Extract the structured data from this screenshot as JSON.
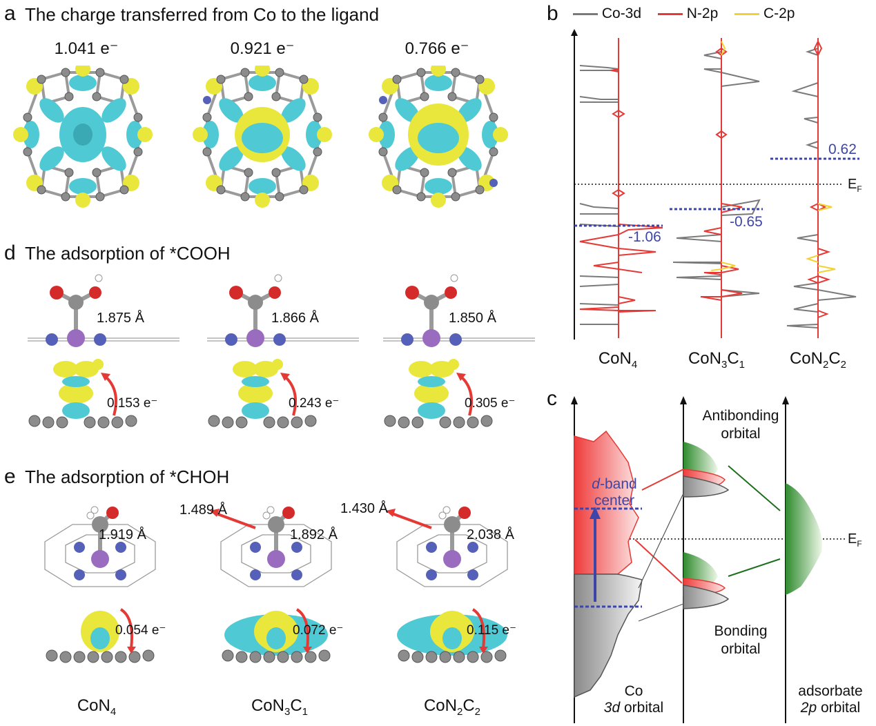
{
  "panel_a": {
    "letter": "a",
    "title": "The charge transferred from Co to the ligand",
    "values": [
      "1.041 e⁻",
      "0.921 e⁻",
      "0.766 e⁻"
    ]
  },
  "panel_b": {
    "letter": "b",
    "legend": [
      {
        "name": "Co-3d",
        "color": "#7a7a7a"
      },
      {
        "name": "N-2p",
        "color": "#e53935"
      },
      {
        "name": "C-2p",
        "color": "#f2d233"
      }
    ],
    "ef_label": "E",
    "ef_sub": "F",
    "centers": [
      "-1.06",
      "-0.65",
      "0.62"
    ],
    "center_color": "#3d46a8"
  },
  "panel_c": {
    "letter": "c",
    "antibonding": [
      "Antibonding",
      "orbital"
    ],
    "bonding": [
      "Bonding",
      "orbital"
    ],
    "dband": [
      "d",
      "-band",
      "center"
    ],
    "co": [
      "Co",
      "3d",
      " orbital"
    ],
    "adsorbate": [
      "adsorbate",
      "2p",
      " orbital"
    ],
    "ef_label": "E",
    "ef_sub": "F"
  },
  "panel_d": {
    "letter": "d",
    "title": "The adsorption of *COOH",
    "distances": [
      "1.875 Å",
      "1.866 Å",
      "1.850 Å"
    ],
    "charges": [
      "0.153 e⁻",
      "0.243 e⁻",
      "0.305 e⁻"
    ]
  },
  "panel_e": {
    "letter": "e",
    "title": "The adsorption of *CHOH",
    "distances": [
      "1.919 Å",
      "1.892 Å",
      "2.038 Å"
    ],
    "extra_distances": [
      "1.489 Å",
      "1.430 Å"
    ],
    "charges": [
      "0.054 e⁻",
      "0.072 e⁻",
      "0.115 e⁻"
    ]
  },
  "materials": [
    {
      "main": "CoN",
      "s1": "4",
      "mid": "",
      "s2": ""
    },
    {
      "main": "CoN",
      "s1": "3",
      "mid": "C",
      "s2": "1"
    },
    {
      "main": "CoN",
      "s1": "2",
      "mid": "C",
      "s2": "2"
    }
  ],
  "colors": {
    "cyan": "#4fc9d4",
    "yellow": "#e9e63c",
    "atom_gray": "#8c8c8c",
    "nitrogen": "#5560b8",
    "cobalt": "#9a6cc0",
    "oxygen": "#d42a2a",
    "arrow_red": "#e53935"
  }
}
